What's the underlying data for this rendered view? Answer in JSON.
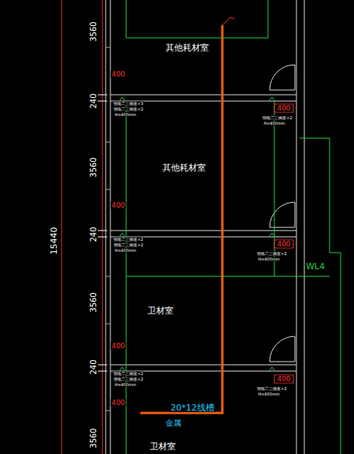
{
  "diagram": {
    "labels": [
      "15440",
      "3560",
      "240",
      "3560",
      "240",
      "3560",
      "240",
      "3560",
      "其他耗材室",
      "其他耗材室",
      "卫材室",
      "卫材室",
      "400",
      "400",
      "400",
      "400",
      "400",
      "400",
      "400",
      "弱电二三插座×3",
      "强电二三插座×2",
      "H=400mm",
      "弱电二三插座×2",
      "H=400mm",
      "弱电二三插座×2",
      "强电二三插座×2",
      "H=400mm",
      "弱电二三插座×2",
      "H=400mm",
      "弱电二三插座×2",
      "强电二三插座×2",
      "H=400mm",
      "弱电二三插座×2",
      "H=400mm",
      "WL4",
      "20*12线槽",
      "金属"
    ]
  }
}
